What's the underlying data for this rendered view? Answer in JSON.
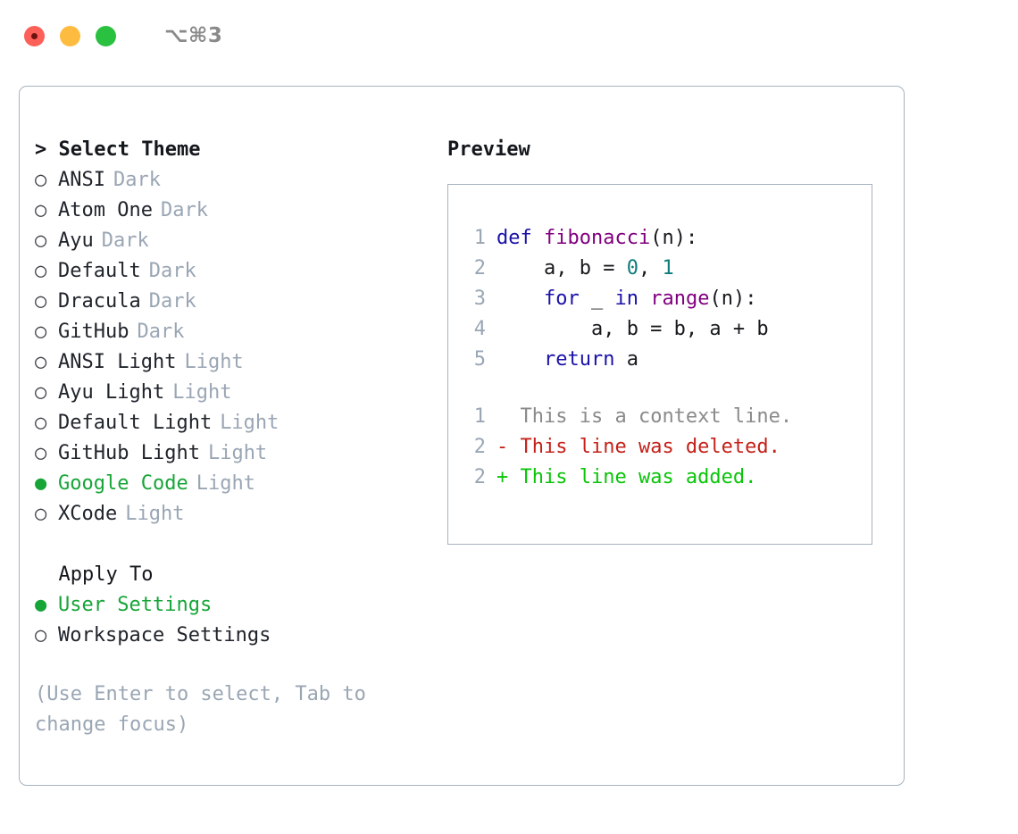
{
  "window": {
    "shortcut": "⌥⌘3",
    "traffic_lights": [
      "close-red",
      "minimize-yellow",
      "zoom-green"
    ]
  },
  "colors": {
    "selected_green": "#17a538",
    "muted_gray": "#9aa6b4",
    "text": "#20242b",
    "border": "#a7b2c0",
    "keyword_blue": "#1a11a8",
    "function_purple": "#800080",
    "number_teal": "#0e7b7b",
    "diff_added": "#0ac40a",
    "diff_deleted": "#c4211a",
    "diff_context": "#8a8a8a"
  },
  "left": {
    "theme_section": {
      "prefix": ">",
      "title": "Select Theme",
      "items": [
        {
          "marker": "○",
          "label": "ANSI",
          "variant": "Dark",
          "selected": false
        },
        {
          "marker": "○",
          "label": "Atom One",
          "variant": "Dark",
          "selected": false
        },
        {
          "marker": "○",
          "label": "Ayu",
          "variant": "Dark",
          "selected": false
        },
        {
          "marker": "○",
          "label": "Default",
          "variant": "Dark",
          "selected": false
        },
        {
          "marker": "○",
          "label": "Dracula",
          "variant": "Dark",
          "selected": false
        },
        {
          "marker": "○",
          "label": "GitHub",
          "variant": "Dark",
          "selected": false
        },
        {
          "marker": "○",
          "label": "ANSI Light",
          "variant": "Light",
          "selected": false
        },
        {
          "marker": "○",
          "label": "Ayu Light",
          "variant": "Light",
          "selected": false
        },
        {
          "marker": "○",
          "label": "Default Light",
          "variant": "Light",
          "selected": false
        },
        {
          "marker": "○",
          "label": "GitHub Light",
          "variant": "Light",
          "selected": false
        },
        {
          "marker": "●",
          "label": "Google Code",
          "variant": "Light",
          "selected": true
        },
        {
          "marker": "○",
          "label": "XCode",
          "variant": "Light",
          "selected": false
        }
      ]
    },
    "apply_section": {
      "title": "Apply To",
      "items": [
        {
          "marker": "●",
          "label": "User Settings",
          "selected": true
        },
        {
          "marker": "○",
          "label": "Workspace Settings",
          "selected": false
        }
      ]
    },
    "hint": "(Use Enter to select, Tab to change focus)"
  },
  "right": {
    "title": "Preview",
    "code_lines": [
      {
        "no": "1",
        "tokens": [
          {
            "t": "def ",
            "c": "kw"
          },
          {
            "t": "fibonacci",
            "c": "fn"
          },
          {
            "t": "(n):",
            "c": "pl"
          }
        ]
      },
      {
        "no": "2",
        "tokens": [
          {
            "t": "    a, b = ",
            "c": "pl"
          },
          {
            "t": "0",
            "c": "num"
          },
          {
            "t": ", ",
            "c": "pl"
          },
          {
            "t": "1",
            "c": "num"
          }
        ]
      },
      {
        "no": "3",
        "tokens": [
          {
            "t": "    ",
            "c": "pl"
          },
          {
            "t": "for",
            "c": "kw"
          },
          {
            "t": " _ ",
            "c": "pl"
          },
          {
            "t": "in",
            "c": "kw"
          },
          {
            "t": " ",
            "c": "pl"
          },
          {
            "t": "range",
            "c": "fn"
          },
          {
            "t": "(n):",
            "c": "pl"
          }
        ]
      },
      {
        "no": "4",
        "tokens": [
          {
            "t": "        a, b = b, a + b",
            "c": "pl"
          }
        ]
      },
      {
        "no": "5",
        "tokens": [
          {
            "t": "    ",
            "c": "pl"
          },
          {
            "t": "return",
            "c": "kw"
          },
          {
            "t": " a",
            "c": "pl"
          }
        ]
      }
    ],
    "diff_lines": [
      {
        "no": "1",
        "sign": "  ",
        "text": "This is a context line.",
        "kind": "ctx"
      },
      {
        "no": "2",
        "sign": "- ",
        "text": "This line was deleted.",
        "kind": "del"
      },
      {
        "no": "2",
        "sign": "+ ",
        "text": "This line was added.",
        "kind": "add"
      }
    ]
  }
}
